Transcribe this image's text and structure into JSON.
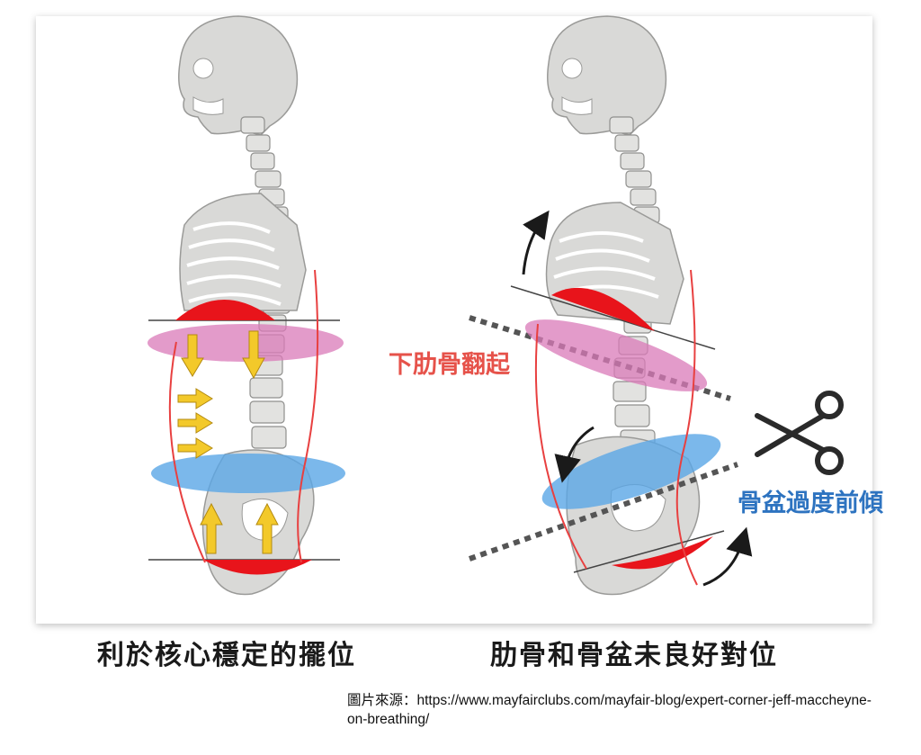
{
  "figure": {
    "label_rib_flare": "下肋骨翻起",
    "label_pelvic_tilt": "骨盆過度前傾",
    "caption_left": "利於核心穩定的擺位",
    "caption_right": "肋骨和骨盆未良好對位",
    "source": "圖片來源：https://www.mayfairclubs.com/mayfair-blog/expert-corner-jeff-maccheyne-on-breathing/"
  },
  "colors": {
    "bone": "#d9d9d7",
    "bone_outline": "#9a9a98",
    "diaphragm": "#e8141b",
    "rib_band": "#d97ab8",
    "pelvic_band": "#5aa6e6",
    "arrow_yellow": "#f3c92a",
    "label_red": "#e6524a",
    "label_blue": "#2d73c0",
    "dotted_line": "#555555",
    "scissors": "#2a2a2a"
  },
  "icons": [
    "skeleton-left",
    "skeleton-right",
    "scissors-icon",
    "curved-arrow-icon",
    "up-arrow-icon",
    "right-arrow-icon"
  ]
}
